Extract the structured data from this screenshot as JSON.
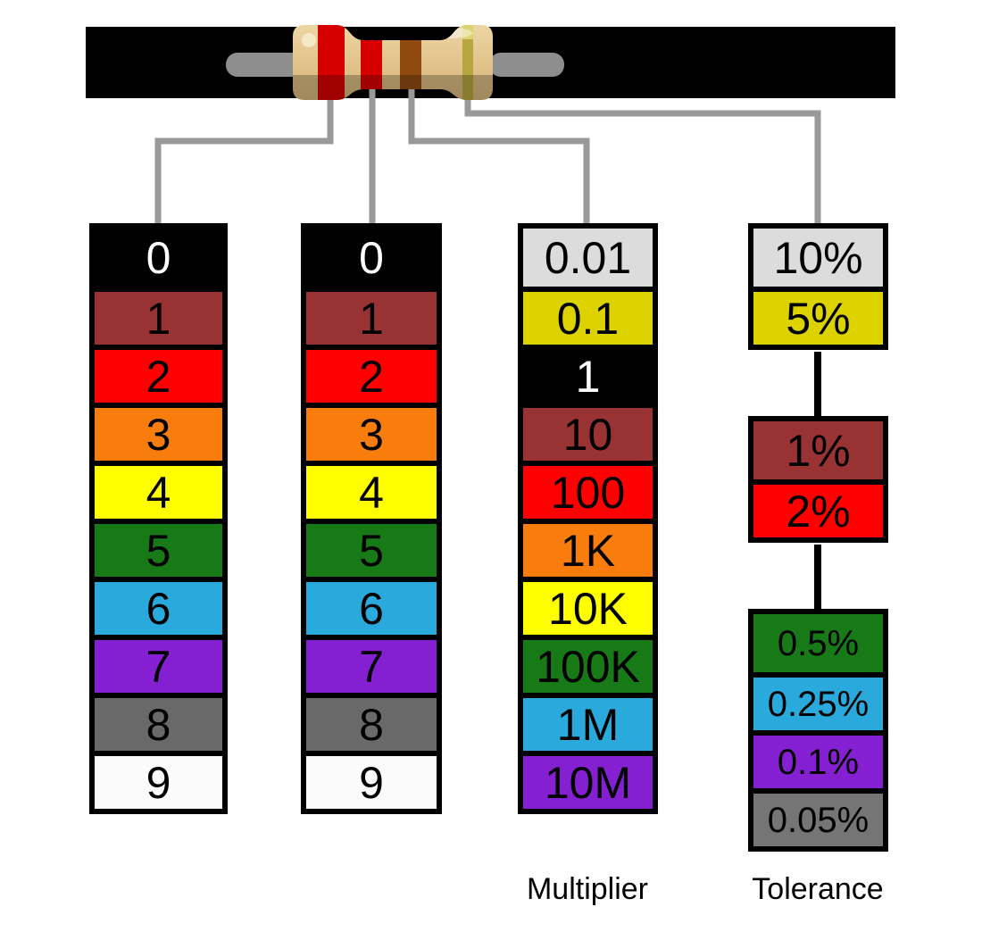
{
  "resistor": {
    "description": "4-band resistor with red, red, brown and gold bands on black strip",
    "body_color": "#E2C38C",
    "lead_color": "#8E8E8E",
    "strip_color": "#000000",
    "connector_color": "#999999",
    "bands": [
      {
        "name": "first-digit-band",
        "color": "#D60000"
      },
      {
        "name": "second-digit-band",
        "color": "#D60000"
      },
      {
        "name": "multiplier-band",
        "color": "#8F4A10"
      },
      {
        "name": "tolerance-band",
        "color": "#B5A63F"
      }
    ]
  },
  "columns": [
    {
      "name": "first-digit",
      "rows": [
        {
          "label": "0",
          "bg": "#000000",
          "fg": "#FFFFFF"
        },
        {
          "label": "1",
          "bg": "#993333",
          "fg": "#000000"
        },
        {
          "label": "2",
          "bg": "#FF0000",
          "fg": "#000000"
        },
        {
          "label": "3",
          "bg": "#F97D0D",
          "fg": "#000000"
        },
        {
          "label": "4",
          "bg": "#FFFF00",
          "fg": "#000000"
        },
        {
          "label": "5",
          "bg": "#177A17",
          "fg": "#000000"
        },
        {
          "label": "6",
          "bg": "#29A9DC",
          "fg": "#000000"
        },
        {
          "label": "7",
          "bg": "#8420D2",
          "fg": "#000000"
        },
        {
          "label": "8",
          "bg": "#696969",
          "fg": "#000000"
        },
        {
          "label": "9",
          "bg": "#FBFBFB",
          "fg": "#000000"
        }
      ]
    },
    {
      "name": "second-digit",
      "rows": [
        {
          "label": "0",
          "bg": "#000000",
          "fg": "#FFFFFF"
        },
        {
          "label": "1",
          "bg": "#993333",
          "fg": "#000000"
        },
        {
          "label": "2",
          "bg": "#FF0000",
          "fg": "#000000"
        },
        {
          "label": "3",
          "bg": "#F97D0D",
          "fg": "#000000"
        },
        {
          "label": "4",
          "bg": "#FFFF00",
          "fg": "#000000"
        },
        {
          "label": "5",
          "bg": "#177A17",
          "fg": "#000000"
        },
        {
          "label": "6",
          "bg": "#29A9DC",
          "fg": "#000000"
        },
        {
          "label": "7",
          "bg": "#8420D2",
          "fg": "#000000"
        },
        {
          "label": "8",
          "bg": "#696969",
          "fg": "#000000"
        },
        {
          "label": "9",
          "bg": "#FBFBFB",
          "fg": "#000000"
        }
      ]
    },
    {
      "name": "multiplier",
      "rows": [
        {
          "label": "0.01",
          "bg": "#DCDCDC",
          "fg": "#000000"
        },
        {
          "label": "0.1",
          "bg": "#DCD200",
          "fg": "#000000"
        },
        {
          "label": "1",
          "bg": "#000000",
          "fg": "#FFFFFF"
        },
        {
          "label": "10",
          "bg": "#993333",
          "fg": "#000000"
        },
        {
          "label": "100",
          "bg": "#FF0000",
          "fg": "#000000"
        },
        {
          "label": "1K",
          "bg": "#F97D0D",
          "fg": "#000000"
        },
        {
          "label": "10K",
          "bg": "#FFFF00",
          "fg": "#000000"
        },
        {
          "label": "100K",
          "bg": "#177A17",
          "fg": "#000000"
        },
        {
          "label": "1M",
          "bg": "#29A9DC",
          "fg": "#000000"
        },
        {
          "label": "10M",
          "bg": "#8420D2",
          "fg": "#000000"
        }
      ]
    },
    {
      "name": "tolerance",
      "groups": [
        [
          {
            "label": "10%",
            "bg": "#DCDCDC",
            "fg": "#000000"
          },
          {
            "label": "5%",
            "bg": "#DCD200",
            "fg": "#000000"
          }
        ],
        [
          {
            "label": "1%",
            "bg": "#993333",
            "fg": "#000000"
          },
          {
            "label": "2%",
            "bg": "#FF0000",
            "fg": "#000000"
          }
        ],
        [
          {
            "label": "0.5%",
            "bg": "#177A17",
            "fg": "#000000",
            "small": true
          },
          {
            "label": "0.25%",
            "bg": "#29A9DC",
            "fg": "#000000",
            "small": true
          },
          {
            "label": "0.1%",
            "bg": "#8420D2",
            "fg": "#000000",
            "small": true
          },
          {
            "label": "0.05%",
            "bg": "#757575",
            "fg": "#000000",
            "small": true
          }
        ]
      ]
    }
  ],
  "labels": {
    "multiplier": "Multiplier",
    "tolerance": "Tolerance"
  }
}
